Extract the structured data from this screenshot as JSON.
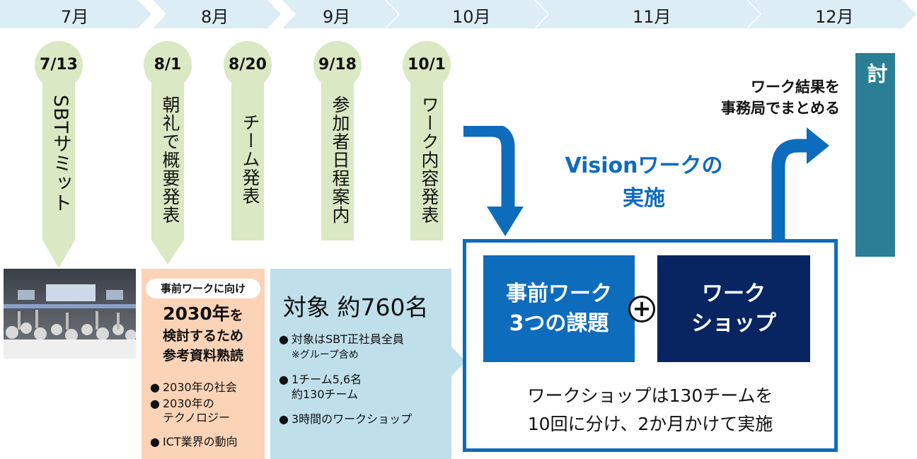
{
  "timeline": {
    "months": [
      "7月",
      "8月",
      "9月",
      "10月",
      "11月",
      "12月"
    ],
    "color": "#dcedf6"
  },
  "milestones": [
    {
      "date": "7/13",
      "label": "SBTサミット"
    },
    {
      "date": "8/1",
      "label": "朝礼で概要発表"
    },
    {
      "date": "8/20",
      "label": "チーム発表"
    },
    {
      "date": "9/18",
      "label": "参加者日程案内"
    },
    {
      "date": "10/1",
      "label": "ワーク内容発表"
    }
  ],
  "pin_color": "#dae8c3",
  "prep_panel": {
    "tag": "事前ワークに向け",
    "heading_strong": "2030年",
    "heading_small": "を",
    "heading_line2": "検討するため",
    "heading_line3": "参考資料熟読",
    "items": [
      "2030年の社会",
      "2030年の",
      "テクノロジー",
      "ICT業界の動向"
    ]
  },
  "target_panel": {
    "heading": "対象 約760名",
    "items": [
      {
        "line1": "対象はSBT正社員全員",
        "line2": "※グループ含め"
      },
      {
        "line1": "1チーム5,6名",
        "line2": "約130チーム"
      },
      {
        "line1": "3時間のワークショップ",
        "line2": ""
      }
    ]
  },
  "vision": {
    "line1": "Visionワークの",
    "line2": "実施"
  },
  "boxes": {
    "pre_line1": "事前ワーク",
    "pre_line2": "3つの課題",
    "plus": "+",
    "ws_line1": "ワーク",
    "ws_line2": "ショップ"
  },
  "summary": {
    "line1": "ワークショップは130チームを",
    "line2": "10回に分け、2か月かけて実施"
  },
  "result": {
    "line1": "ワーク結果を",
    "line2": "事務局でまとめる"
  },
  "executive": "経営幹部による検討",
  "colors": {
    "primary": "#0e6cbd",
    "navy": "#082562",
    "teal": "#2a7f94",
    "orange": "#fbd3b7",
    "lightblue": "#bfdfeb"
  }
}
